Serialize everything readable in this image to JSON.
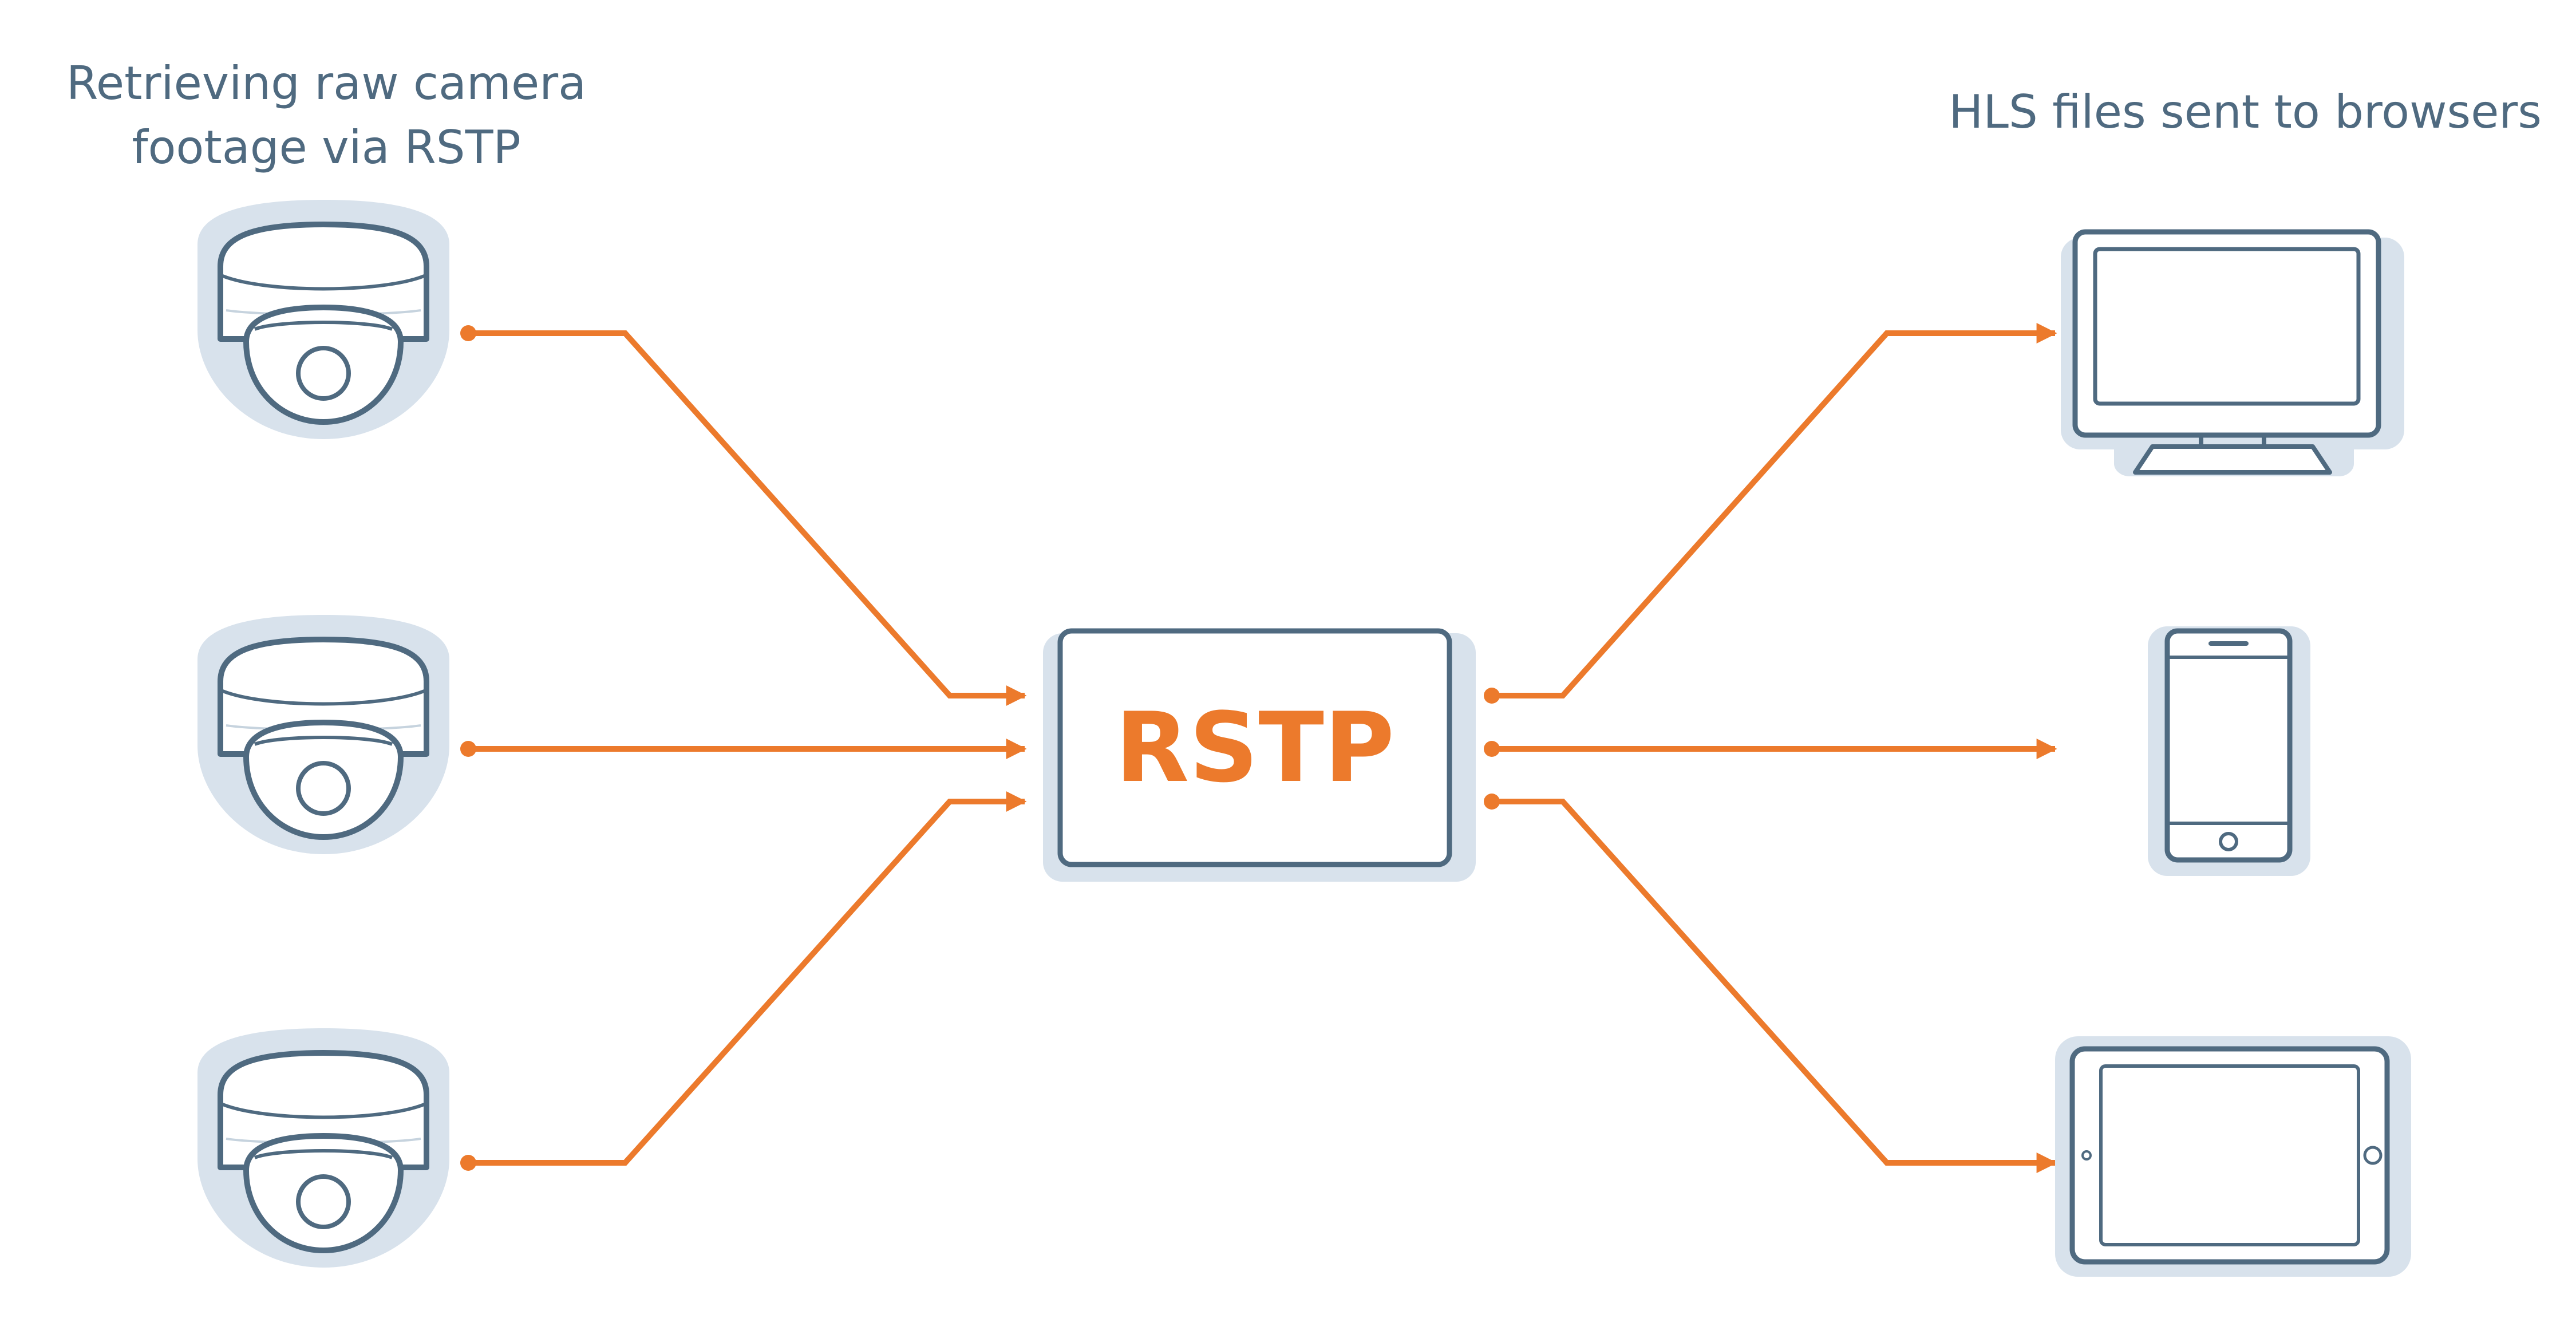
{
  "sources_caption": {
    "line1": "Retrieving raw camera",
    "line2": "footage via RSTP"
  },
  "destinations_caption": "HLS files sent to browsers",
  "hub": {
    "label": "RSTP"
  },
  "sources": [
    {
      "icon": "dome-camera-icon"
    },
    {
      "icon": "dome-camera-icon"
    },
    {
      "icon": "dome-camera-icon"
    }
  ],
  "destinations": [
    {
      "icon": "desktop-monitor-icon"
    },
    {
      "icon": "smartphone-icon"
    },
    {
      "icon": "tablet-icon"
    }
  ],
  "colors": {
    "connector": "#ec7a2c",
    "hub_text": "#ec7a2c",
    "icon_stroke": "#4f6a80",
    "icon_halo": "#d8e2ec",
    "caption_text": "#4f6a80"
  }
}
